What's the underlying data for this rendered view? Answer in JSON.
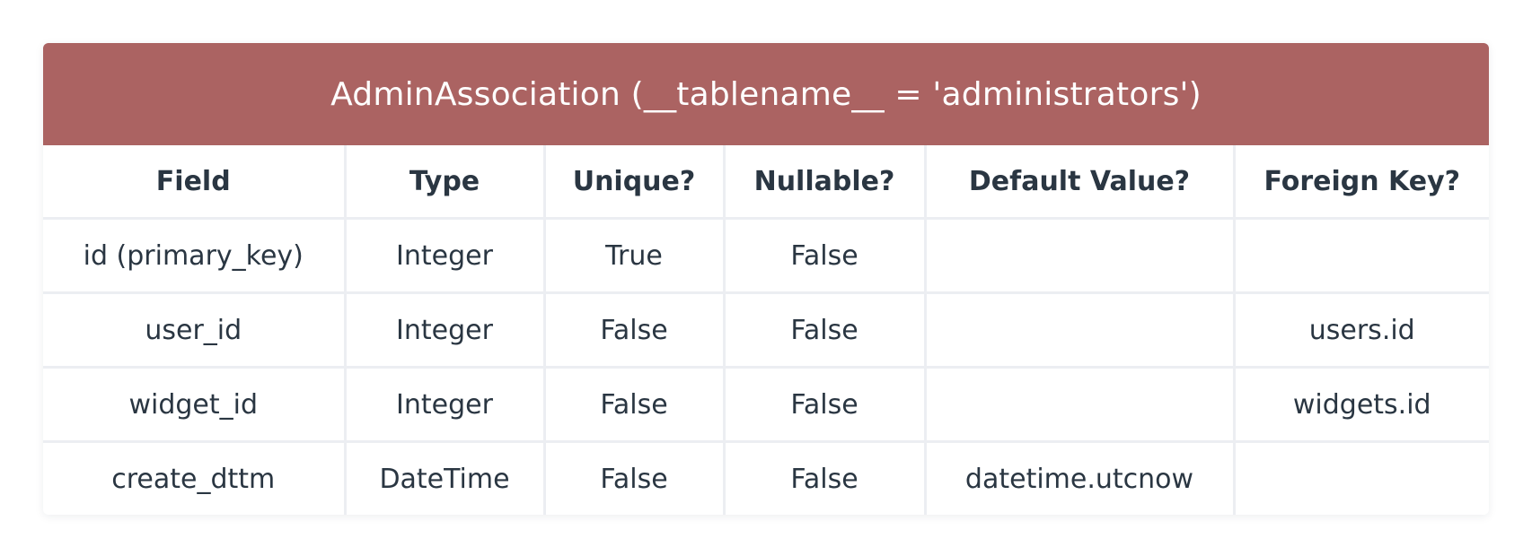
{
  "table": {
    "title": "AdminAssociation (__tablename__ = 'administrators')",
    "header_color": "#ab6362",
    "columns": [
      "Field",
      "Type",
      "Unique?",
      "Nullable?",
      "Default Value?",
      "Foreign Key?"
    ],
    "rows": [
      [
        "id (primary_key)",
        "Integer",
        "True",
        "False",
        "",
        ""
      ],
      [
        "user_id",
        "Integer",
        "False",
        "False",
        "",
        "users.id"
      ],
      [
        "widget_id",
        "Integer",
        "False",
        "False",
        "",
        "widgets.id"
      ],
      [
        "create_dttm",
        "DateTime",
        "False",
        "False",
        "datetime.utcnow",
        ""
      ]
    ]
  }
}
